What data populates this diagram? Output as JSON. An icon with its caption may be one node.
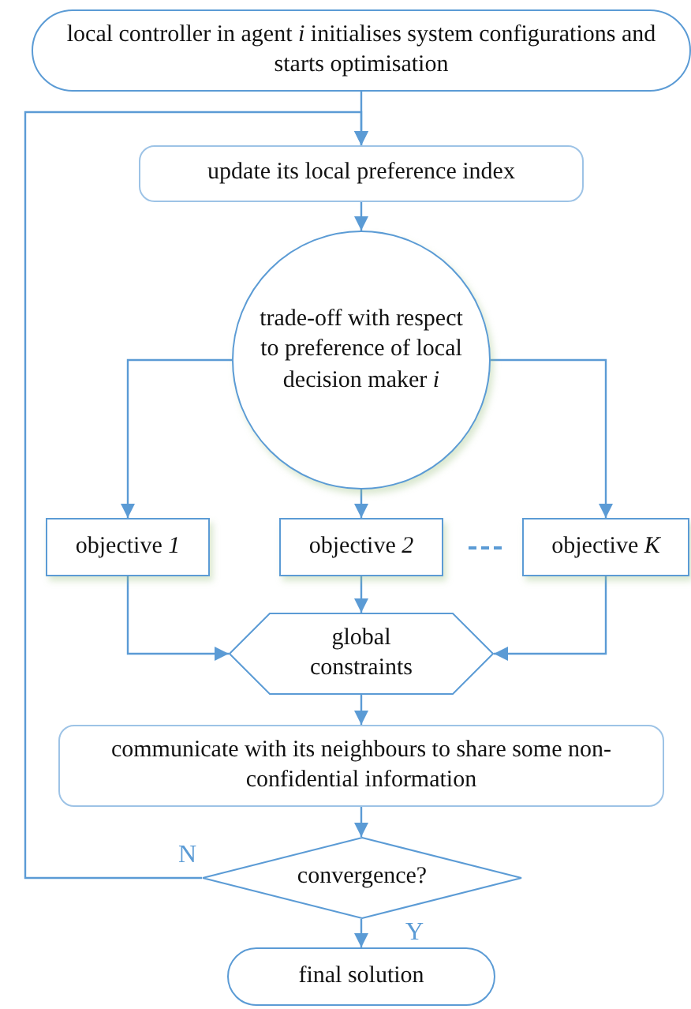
{
  "diagram": {
    "nodes": [
      {
        "text": [
          "local controller in agent *i* initialises system configurations and starts optimisation"
        ]
      },
      {
        "text": [
          "update its local preference index"
        ]
      },
      {
        "text": [
          "trade-off with respect to preference of local decision maker *i*"
        ]
      },
      {
        "text": [
          "objective *1*"
        ]
      },
      {
        "text": [
          "objective *2*"
        ]
      },
      {
        "text": [
          "objective *K*"
        ]
      },
      {
        "text": [
          "global constraints"
        ]
      },
      {
        "text": [
          "communicate with its neighbours to share some non-confidential information"
        ]
      },
      {
        "text": [
          "convergence?"
        ]
      },
      {
        "text": [
          "final solution"
        ]
      }
    ],
    "edges": [
      {
        "from": 0,
        "to": 1,
        "arrow": "to"
      },
      {
        "from": 1,
        "to": 2,
        "arrow": "to"
      },
      {
        "from": 2,
        "to": 3,
        "arrow": "to"
      },
      {
        "from": 2,
        "to": 4,
        "arrow": "to"
      },
      {
        "from": 2,
        "to": 5,
        "arrow": "to"
      },
      {
        "from": 3,
        "to": 6,
        "arrow": "to"
      },
      {
        "from": 4,
        "to": 6,
        "arrow": "to"
      },
      {
        "from": 5,
        "to": 6,
        "arrow": "to"
      },
      {
        "from": 6,
        "to": 7,
        "arrow": "to"
      },
      {
        "from": 7,
        "to": 8,
        "arrow": "to"
      },
      {
        "from": 8,
        "to": 1,
        "arrow": "to",
        "label": "N"
      },
      {
        "from": 8,
        "to": 9,
        "arrow": "to",
        "label": "Y"
      }
    ]
  }
}
